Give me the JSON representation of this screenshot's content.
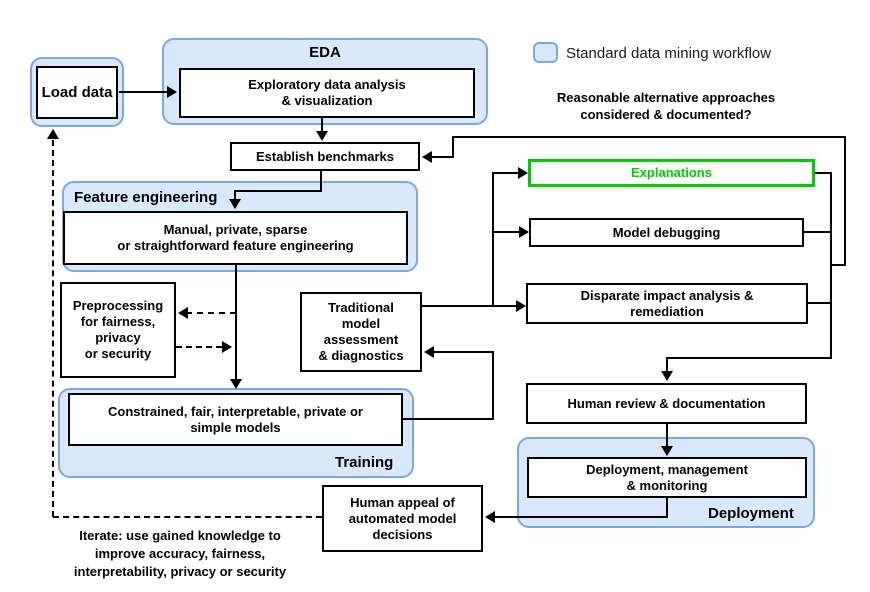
{
  "title": "Responsible machine learning workflow diagram",
  "legend": {
    "swatch": "standard-workflow-swatch",
    "label": "Standard data mining workflow"
  },
  "annotations": {
    "question": "Reasonable alternative approaches\nconsidered & documented?",
    "iterate": "Iterate: use gained knowledge to\nimprove accuracy, fairness,\ninterpretability, privacy or security"
  },
  "containers": {
    "load": {
      "label": ""
    },
    "eda": {
      "label": "EDA"
    },
    "feature_engineering": {
      "label": "Feature engineering"
    },
    "training": {
      "label": "Training"
    },
    "deployment": {
      "label": "Deployment"
    }
  },
  "nodes": {
    "load_data": {
      "label": "Load data"
    },
    "eda_box": {
      "label": "Exploratory data analysis\n& visualization"
    },
    "establish_benchmarks": {
      "label": "Establish benchmarks"
    },
    "feature_box": {
      "label": "Manual, private, sparse\nor straightforward feature engineering"
    },
    "preprocessing": {
      "label": "Preprocessing\nfor fairness,\nprivacy\nor security"
    },
    "traditional_assessment": {
      "label": "Traditional\nmodel\nassessment\n& diagnostics"
    },
    "explanations": {
      "label": "Explanations"
    },
    "model_debugging": {
      "label": "Model debugging"
    },
    "disparate_impact": {
      "label": "Disparate impact analysis &\nremediation"
    },
    "human_review": {
      "label": "Human review & documentation"
    },
    "deployment_box": {
      "label": "Deployment, management\n& monitoring"
    },
    "constrained_models": {
      "label": "Constrained, fair, interpretable, private or\nsimple models"
    },
    "human_appeal": {
      "label": "Human appeal of\nautomated model\ndecisions"
    }
  },
  "colors": {
    "container_fill": "#dae8fc",
    "container_border": "#7ea6e0",
    "highlight_green": "#00cc00",
    "box_border": "#000000",
    "line": "#000000",
    "background": "#ffffff"
  }
}
